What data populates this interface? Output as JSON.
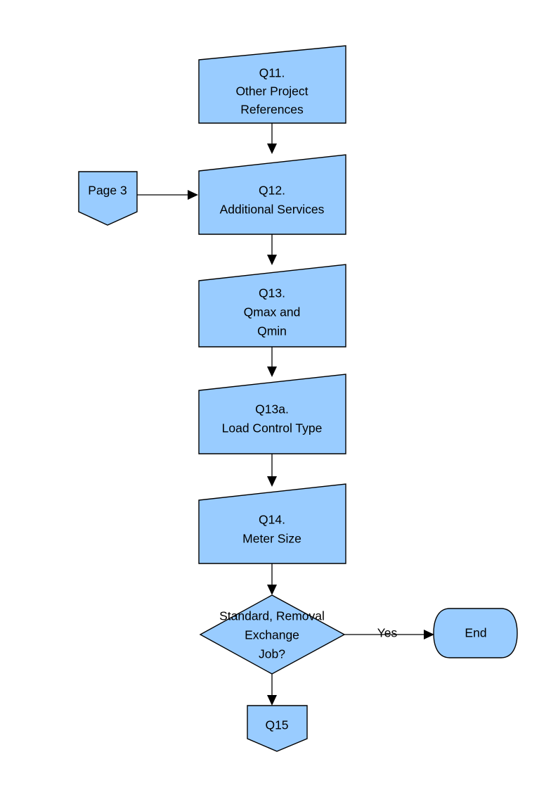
{
  "diagram": {
    "type": "flowchart",
    "background_color": "#ffffff",
    "node_fill_color": "#99ccff",
    "node_stroke_color": "#000000",
    "text_color": "#000000",
    "nodes": [
      {
        "id": "q11",
        "shape": "slanted-quadrilateral",
        "lines": [
          "Q11.",
          "Other Project",
          "References"
        ]
      },
      {
        "id": "page3",
        "shape": "pentagon-down",
        "lines": [
          "Page 3"
        ]
      },
      {
        "id": "q12",
        "shape": "slanted-quadrilateral",
        "lines": [
          "Q12.",
          "Additional Services"
        ]
      },
      {
        "id": "q13",
        "shape": "slanted-quadrilateral",
        "lines": [
          "Q13.",
          "Qmax and",
          "Qmin"
        ]
      },
      {
        "id": "q13a",
        "shape": "slanted-quadrilateral",
        "lines": [
          "Q13a.",
          "Load Control Type"
        ]
      },
      {
        "id": "q14",
        "shape": "slanted-quadrilateral",
        "lines": [
          "Q14.",
          "Meter Size"
        ]
      },
      {
        "id": "decision",
        "shape": "diamond",
        "lines": [
          "Standard, Removal",
          "Exchange",
          "Job?"
        ]
      },
      {
        "id": "end",
        "shape": "barrel",
        "lines": [
          "End"
        ]
      },
      {
        "id": "q15",
        "shape": "pentagon-down",
        "lines": [
          "Q15"
        ]
      }
    ],
    "edges": [
      {
        "id": "e-q11-q12",
        "from": "q11",
        "to": "q12",
        "label": ""
      },
      {
        "id": "e-page3-q12",
        "from": "page3",
        "to": "q12",
        "label": ""
      },
      {
        "id": "e-q12-q13",
        "from": "q12",
        "to": "q13",
        "label": ""
      },
      {
        "id": "e-q13-q13a",
        "from": "q13",
        "to": "q13a",
        "label": ""
      },
      {
        "id": "e-q13a-q14",
        "from": "q13a",
        "to": "q14",
        "label": ""
      },
      {
        "id": "e-q14-decision",
        "from": "q14",
        "to": "decision",
        "label": ""
      },
      {
        "id": "e-decision-end",
        "from": "decision",
        "to": "end",
        "label": "Yes"
      },
      {
        "id": "e-decision-q15",
        "from": "decision",
        "to": "q15",
        "label": ""
      }
    ]
  },
  "labels": {
    "q11_l1": "Q11.",
    "q11_l2": "Other Project",
    "q11_l3": "References",
    "page3_l1": "Page 3",
    "q12_l1": "Q12.",
    "q12_l2": "Additional Services",
    "q13_l1": "Q13.",
    "q13_l2": "Qmax and",
    "q13_l3": "Qmin",
    "q13a_l1": "Q13a.",
    "q13a_l2": "Load Control Type",
    "q14_l1": "Q14.",
    "q14_l2": "Meter Size",
    "decision_l1": "Standard, Removal",
    "decision_l2": "Exchange",
    "decision_l3": "Job?",
    "end_l1": "End",
    "q15_l1": "Q15",
    "yes_label": "Yes"
  }
}
